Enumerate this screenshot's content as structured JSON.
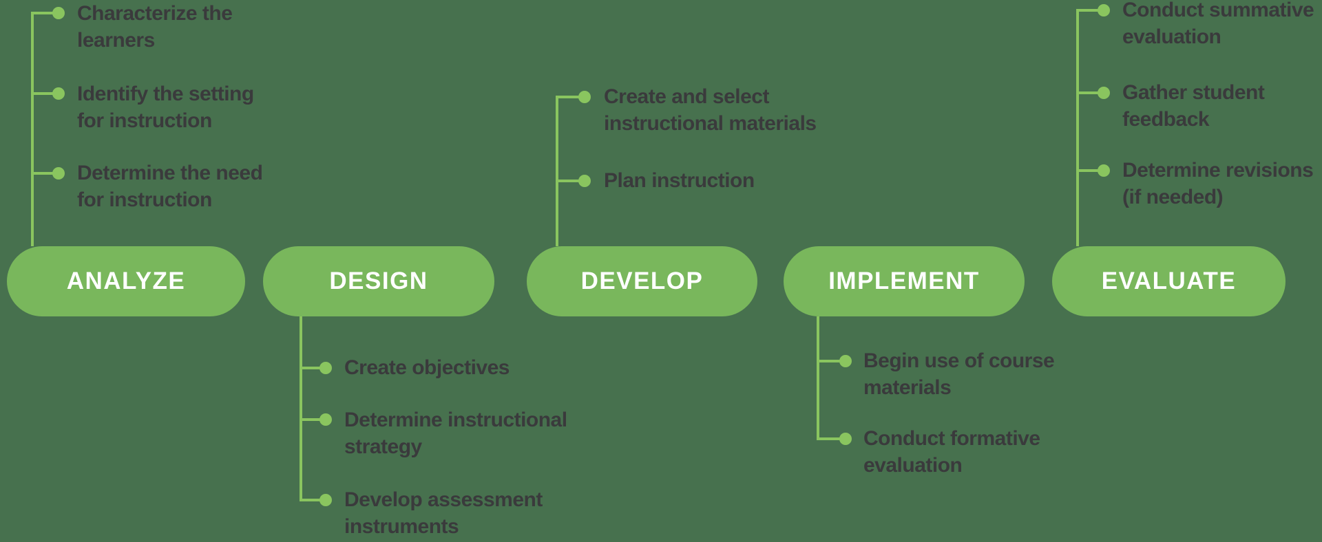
{
  "title": "ADDIE model diagram",
  "colors": {
    "background": "#47714E",
    "pill": "#79B75C",
    "connector": "#8AC55F",
    "text": "#3A3A3C",
    "pill_text": "#FFFFFF"
  },
  "stages": [
    {
      "id": "analyze",
      "label": "ANALYZE",
      "list_position": "above",
      "items": [
        "Characterize the\nlearners",
        "Identify the setting\nfor instruction",
        "Determine the need\nfor instruction"
      ]
    },
    {
      "id": "design",
      "label": "DESIGN",
      "list_position": "below",
      "items": [
        "Create objectives",
        "Determine instructional\nstrategy",
        "Develop assessment\ninstruments"
      ]
    },
    {
      "id": "develop",
      "label": "DEVELOP",
      "list_position": "above",
      "items": [
        "Create and select\ninstructional materials",
        "Plan instruction"
      ]
    },
    {
      "id": "implement",
      "label": "IMPLEMENT",
      "list_position": "below",
      "items": [
        "Begin use of course\nmaterials",
        "Conduct formative\nevaluation"
      ]
    },
    {
      "id": "evaluate",
      "label": "EVALUATE",
      "list_position": "above",
      "items": [
        "Conduct summative\nevaluation",
        "Gather student\nfeedback",
        "Determine revisions\n(if needed)"
      ]
    }
  ]
}
